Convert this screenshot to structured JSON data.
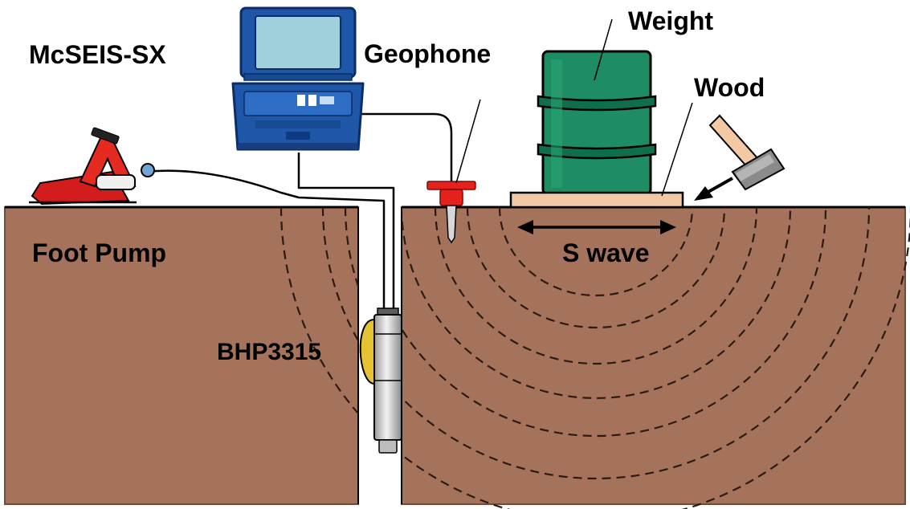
{
  "labels": {
    "recorder": "McSEIS-SX",
    "geophone": "Geophone",
    "weight": "Weight",
    "wood": "Wood",
    "foot_pump": "Foot Pump",
    "s_wave": "S wave",
    "borehole_probe": "BHP3315"
  },
  "colors": {
    "ground": "#a5735b",
    "ground_edge": "#6e4b3a",
    "drum": "#1e8d63",
    "drum_dark": "#0f6f4a",
    "plank": "#f2c8a5",
    "recorder_body": "#1f57a8",
    "recorder_screen": "#9fd0dc",
    "geophone_cap": "#e4211b",
    "pump": "#d31c1c",
    "probe_pad": "#e4c233",
    "cable": "#000000"
  },
  "icons": {
    "recorder": "seismograph-icon",
    "geophone": "geophone-spike-icon",
    "weight": "steel-drum-icon",
    "hammer": "sledge-hammer-icon",
    "pump": "foot-pump-icon",
    "probe": "borehole-probe-icon"
  }
}
